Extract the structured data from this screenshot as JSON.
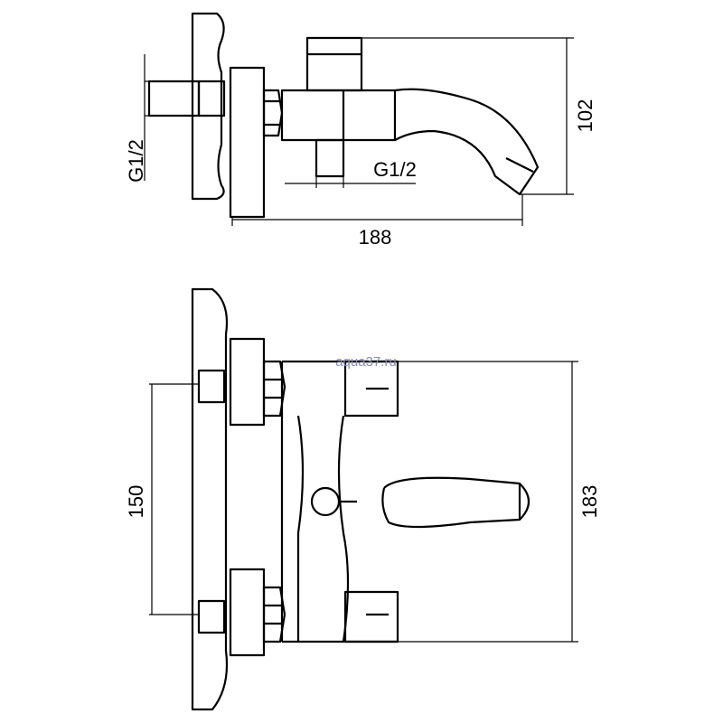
{
  "side_view": {
    "dim_height": "102",
    "dim_length": "188",
    "thread_inlet": "G1/2",
    "thread_outlet": "G1/2"
  },
  "front_view": {
    "dim_centers": "150",
    "dim_height": "183"
  },
  "watermark": "aqua37.ru"
}
